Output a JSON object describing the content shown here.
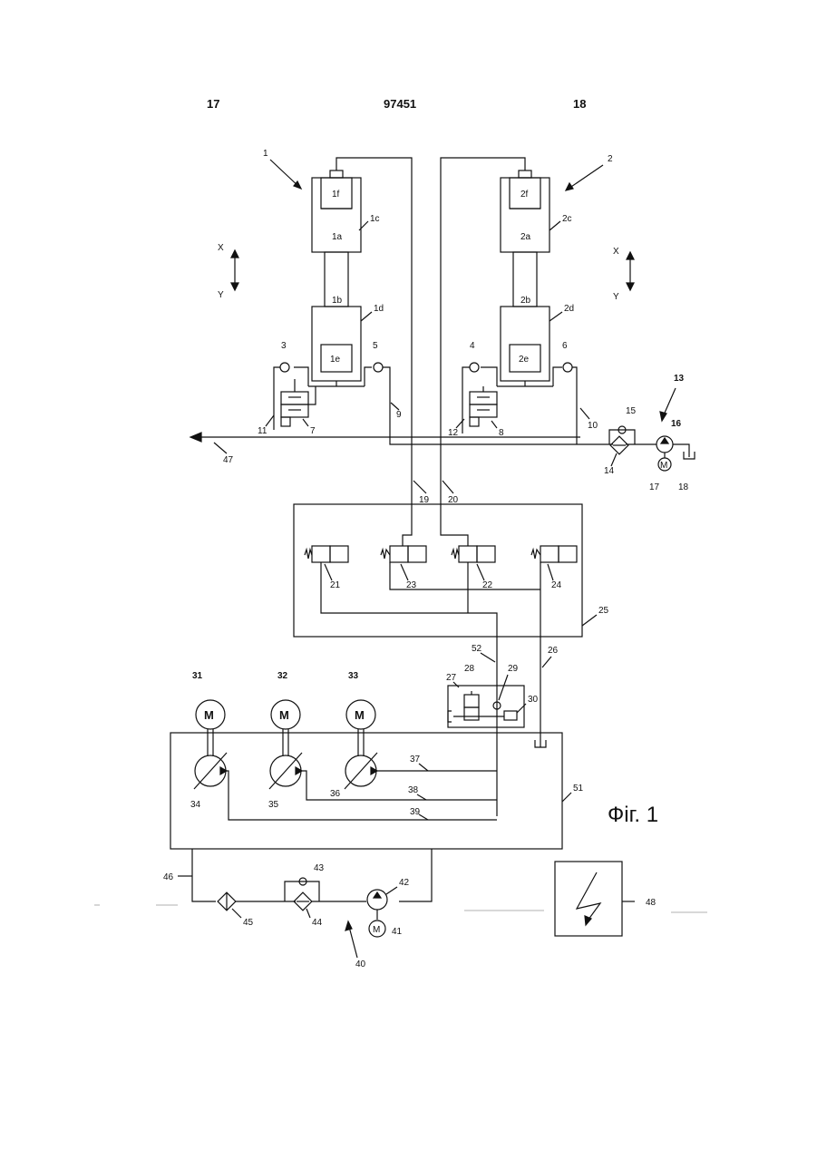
{
  "header": {
    "left_page": "17",
    "doc_number": "97451",
    "right_page": "18"
  },
  "figure_caption": "Фіг. 1",
  "axis_labels": {
    "x": "X",
    "y": "Y"
  },
  "motor_symbol": "M",
  "labels": {
    "n1": "1",
    "n2": "2",
    "c1f": "1f",
    "c1a": "1a",
    "c1c": "1c",
    "c1b": "1b",
    "c1d": "1d",
    "c1e": "1e",
    "c2f": "2f",
    "c2a": "2a",
    "c2c": "2c",
    "c2b": "2b",
    "c2d": "2d",
    "c2e": "2e",
    "n3": "3",
    "n4": "4",
    "n5": "5",
    "n6": "6",
    "n7": "7",
    "n8": "8",
    "n9": "9",
    "n10": "10",
    "n11": "11",
    "n12": "12",
    "n13": "13",
    "n14": "14",
    "n15": "15",
    "n16": "16",
    "n17": "17",
    "n18": "18",
    "n19": "19",
    "n20": "20",
    "n21": "21",
    "n22": "22",
    "n23": "23",
    "n24": "24",
    "n25": "25",
    "n26": "26",
    "n27": "27",
    "n28": "28",
    "n29": "29",
    "n30": "30",
    "n31": "31",
    "n32": "32",
    "n33": "33",
    "n34": "34",
    "n35": "35",
    "n36": "36",
    "n37": "37",
    "n38": "38",
    "n39": "39",
    "n40": "40",
    "n41": "41",
    "n42": "42",
    "n43": "43",
    "n44": "44",
    "n45": "45",
    "n46": "46",
    "n47": "47",
    "n48": "48",
    "n51": "51",
    "n52": "52"
  }
}
